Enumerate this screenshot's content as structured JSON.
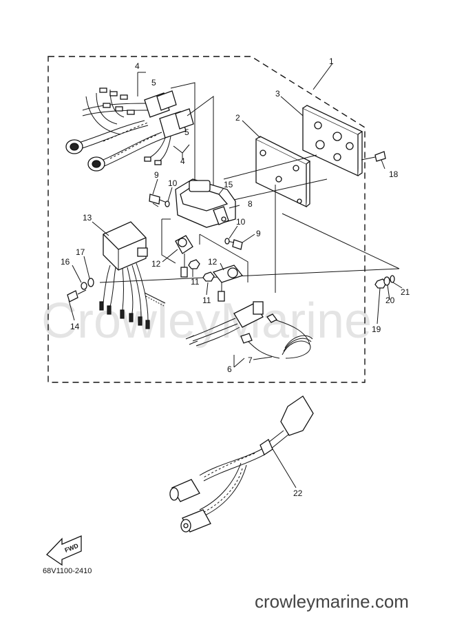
{
  "watermark": "CrowleyMarine",
  "footer_url": "crowleymarine.com",
  "diagram_code": "68V1100-2410",
  "fwd_label": "FWD",
  "callouts": {
    "c1": "1",
    "c2": "2",
    "c3": "3",
    "c4a": "4",
    "c4b": "4",
    "c5a": "5",
    "c5b": "5",
    "c6": "6",
    "c7": "7",
    "c8": "8",
    "c9a": "9",
    "c9b": "9",
    "c10a": "10",
    "c10b": "10",
    "c11a": "11",
    "c11b": "11",
    "c12a": "12",
    "c12b": "12",
    "c13": "13",
    "c14": "14",
    "c15": "15",
    "c16": "16",
    "c17": "17",
    "c18": "18",
    "c19": "19",
    "c20": "20",
    "c21": "21",
    "c22": "22"
  }
}
